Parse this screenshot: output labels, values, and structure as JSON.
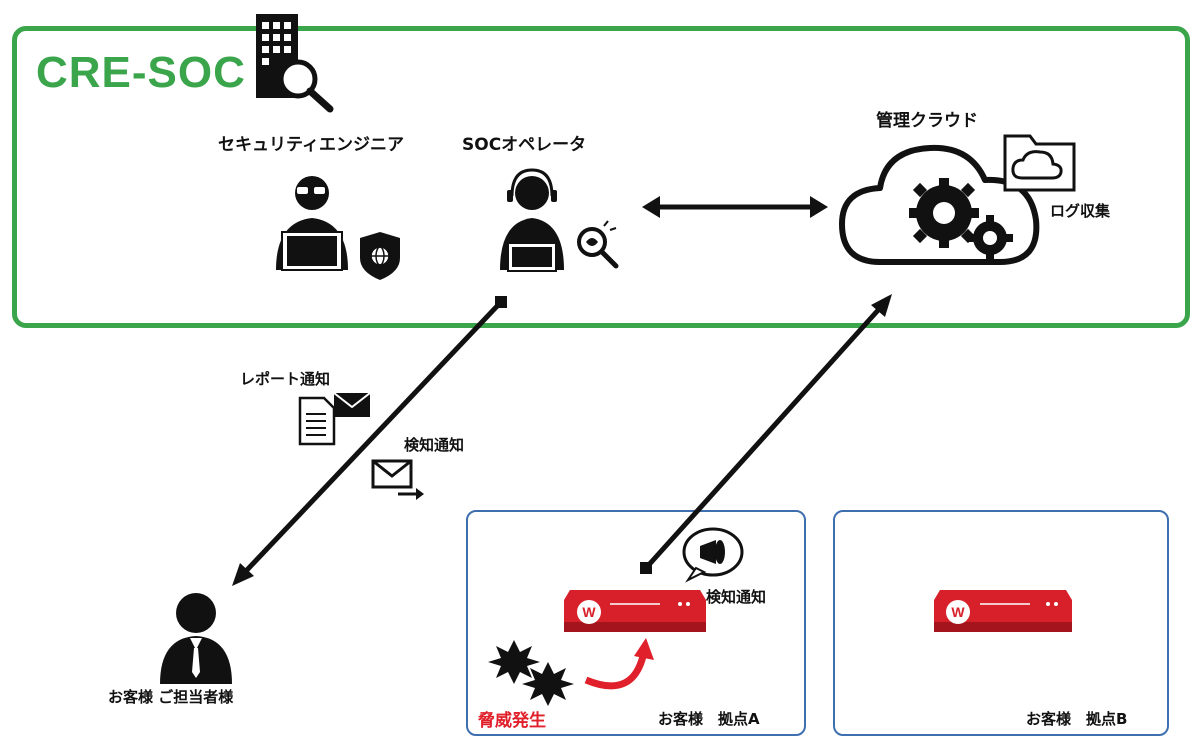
{
  "soc": {
    "title": "CRE-SOC",
    "engineer_label": "セキュリティエンジニア",
    "operator_label": "SOCオペレータ"
  },
  "cloud": {
    "label": "管理クラウド",
    "log_label": "ログ収集"
  },
  "notifications": {
    "report_label": "レポート通知",
    "detection_label": "検知通知"
  },
  "customer": {
    "contact_label": "お客様 ご担当者様"
  },
  "site_a": {
    "label": "お客様　拠点A",
    "detection_label": "検知通知",
    "threat_label": "脅威発生"
  },
  "site_b": {
    "label": "お客様　拠点B"
  },
  "colors": {
    "soc_border": "#3aa54a",
    "site_border": "#3e6fae",
    "firewall_red": "#d8202a",
    "threat_red": "#e0202a"
  }
}
